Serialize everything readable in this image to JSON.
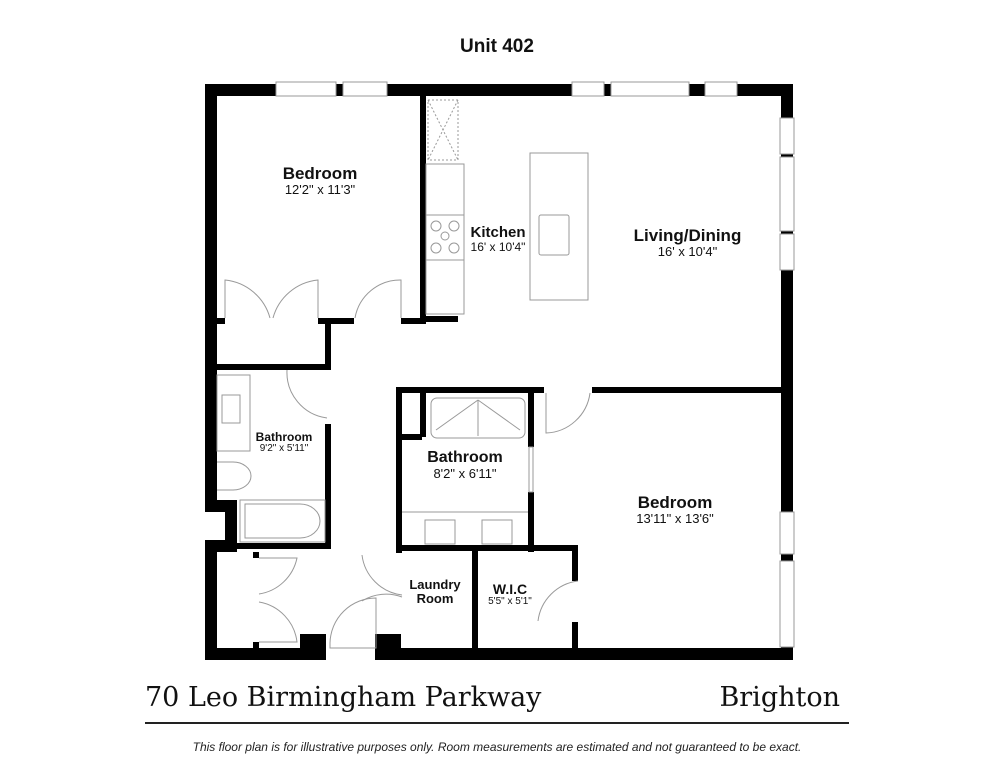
{
  "plan": {
    "title": "Unit 402",
    "rooms": [
      {
        "id": "bedroom-1",
        "name": "Bedroom",
        "dims": "12'2\" x 11'3\""
      },
      {
        "id": "kitchen",
        "name": "Kitchen",
        "dims": "16' x 10'4\""
      },
      {
        "id": "living-dining",
        "name": "Living/Dining",
        "dims": "16' x 10'4\""
      },
      {
        "id": "bathroom-1",
        "name": "Bathroom",
        "dims": "9'2\" x 5'11\""
      },
      {
        "id": "bathroom-2",
        "name": "Bathroom",
        "dims": "8'2\" x 6'11\""
      },
      {
        "id": "bedroom-2",
        "name": "Bedroom",
        "dims": "13'11\" x 13'6\""
      },
      {
        "id": "laundry",
        "name": "Laundry Room",
        "dims": ""
      },
      {
        "id": "wic",
        "name": "W.I.C",
        "dims": "5'5\" x 5'1\""
      }
    ],
    "colors": {
      "wall": "#000000",
      "fixture": "#9a9a9a",
      "background": "#ffffff"
    }
  },
  "footer": {
    "address": "70 Leo Birmingham Parkway",
    "city": "Brighton",
    "disclaimer": "This floor plan is for illustrative purposes only. Room measurements are estimated and not guaranteed to be exact."
  }
}
